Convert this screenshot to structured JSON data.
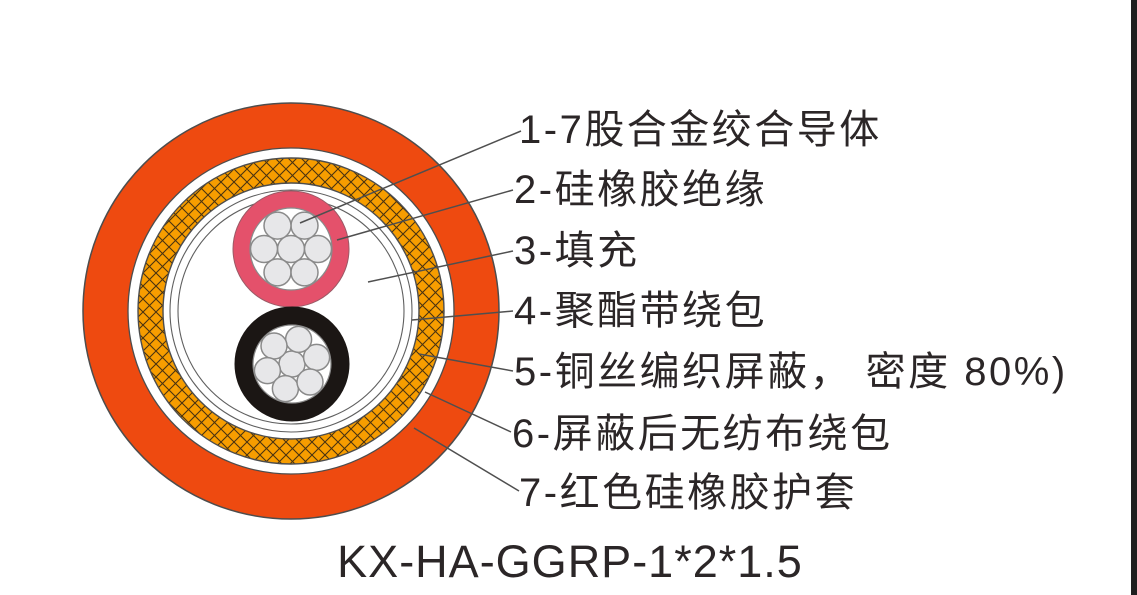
{
  "diagram": {
    "labels": [
      {
        "text": "1-7股合金绞合导体"
      },
      {
        "text": "2-硅橡胶绝缘"
      },
      {
        "text": "3-填充"
      },
      {
        "text": "4-聚酯带绕包"
      },
      {
        "text": "5-铜丝编织屏蔽， 密度 80%)"
      },
      {
        "text": "6-屏蔽后无纺布绕包"
      },
      {
        "text": "7-红色硅橡胶护套"
      }
    ],
    "title": "KX-HA-GGRP-1*2*1.5",
    "strands_per_core": 7,
    "core_count": 2
  },
  "colors": {
    "sheath": "#ee4a10",
    "braid": "#f79d00",
    "braid_hatch": "#4a3310",
    "core_red": "#e4516b",
    "core_black": "#1b1614",
    "strand_fill": "#e7e7e9",
    "strand_stroke": "#8a8a8a",
    "outline": "#4d4d4d",
    "leader": "#4f4f4f",
    "text": "#2b2627",
    "edge_bar": "#1f1f1f"
  }
}
